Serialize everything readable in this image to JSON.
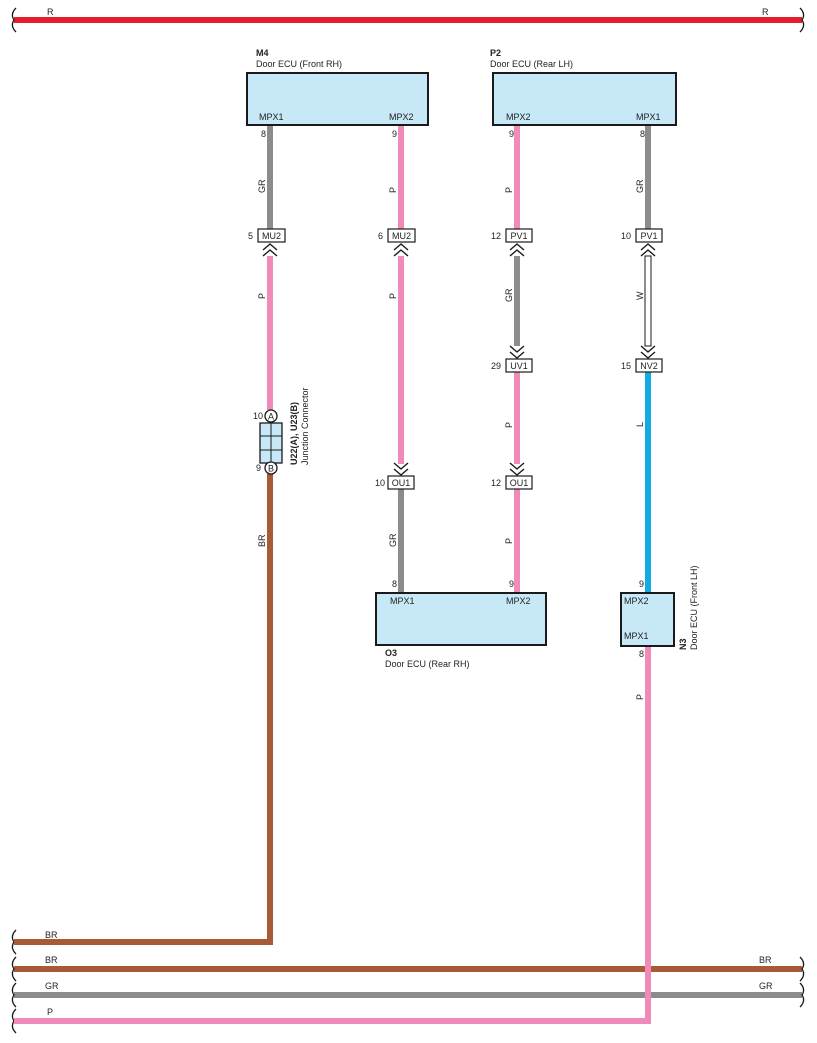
{
  "colors": {
    "R": "#e41e2b",
    "GR": "#8c8c8c",
    "P": "#f08ab8",
    "BR": "#a85a36",
    "L": "#12aae2",
    "W": "#ffffff",
    "ecu_fill": "#c6e8f7"
  },
  "bus": {
    "top_r_left": "R",
    "top_r_right": "R",
    "br_left": "BR",
    "br2_left": "BR",
    "br2_right": "BR",
    "gr_left": "GR",
    "gr_right": "GR",
    "p_left": "P"
  },
  "m4": {
    "code": "M4",
    "desc": "Door ECU (Front RH)",
    "pin_mpx1": "MPX1",
    "pin_mpx2": "MPX2",
    "num_mpx1": "8",
    "num_mpx2": "9",
    "wire_mpx1": "GR",
    "wire_mpx2": "P"
  },
  "p2": {
    "code": "P2",
    "desc": "Door ECU (Rear LH)",
    "pin_mpx2": "MPX2",
    "pin_mpx1": "MPX1",
    "num_mpx2": "9",
    "num_mpx1": "8",
    "wire_mpx2": "P",
    "wire_mpx1": "GR"
  },
  "o3": {
    "code": "O3",
    "desc": "Door ECU (Rear RH)",
    "pin_mpx1": "MPX1",
    "pin_mpx2": "MPX2",
    "num_mpx1": "8",
    "num_mpx2": "9"
  },
  "n3": {
    "code": "N3",
    "desc": "Door ECU (Front LH)",
    "pin_mpx2": "MPX2",
    "pin_mpx1": "MPX1",
    "num_mpx2": "9",
    "num_mpx1": "8"
  },
  "connectors": {
    "mu2_a": {
      "name": "MU2",
      "pin": "5"
    },
    "mu2_b": {
      "name": "MU2",
      "pin": "6"
    },
    "pv1_a": {
      "name": "PV1",
      "pin": "12"
    },
    "pv1_b": {
      "name": "PV1",
      "pin": "10"
    },
    "uv1": {
      "name": "UV1",
      "pin": "29"
    },
    "nv2": {
      "name": "NV2",
      "pin": "15"
    },
    "ou1_a": {
      "name": "OU1",
      "pin": "10"
    },
    "ou1_b": {
      "name": "OU1",
      "pin": "12"
    }
  },
  "wires": {
    "col1_mid": "P",
    "col1_low": "BR",
    "col2_mid": "P",
    "col2_low": "GR",
    "col3_mid": "GR",
    "col3_low": "P",
    "col3_bot": "P",
    "col4_mid": "W",
    "col4_low": "L",
    "col4_bot": "P"
  },
  "junction": {
    "code": "U22(A), U23(B)",
    "desc": "Junction Connector",
    "pin_a": "10",
    "pin_b": "9",
    "letter_a": "A",
    "letter_b": "B"
  }
}
